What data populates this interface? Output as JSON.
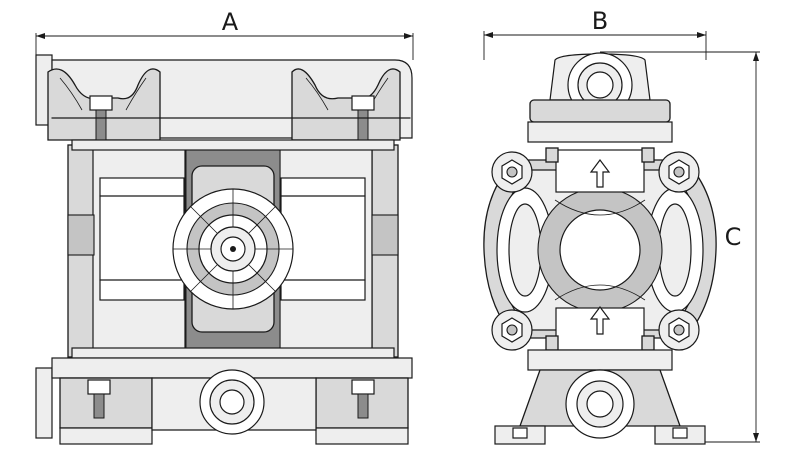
{
  "dimensions": {
    "width_label": "A",
    "depth_label": "B",
    "height_label": "C"
  },
  "flow_arrow_icon": "up-arrow-icon"
}
